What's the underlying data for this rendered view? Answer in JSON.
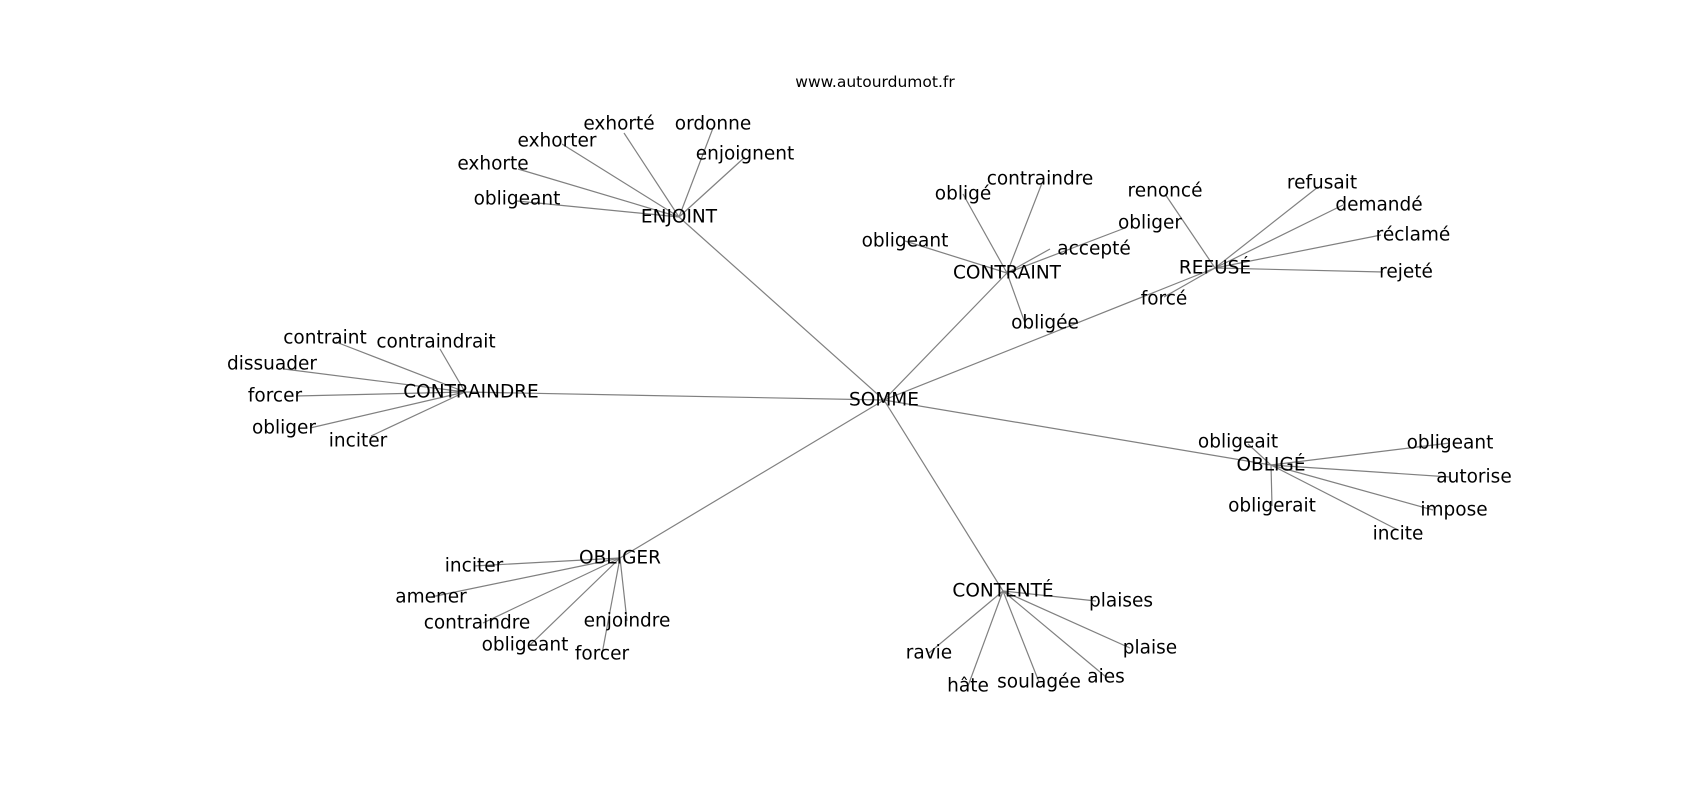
{
  "source_label": "www.autourdumot.fr",
  "colors": {
    "edge": "#808080",
    "text": "#000000",
    "background": "#ffffff"
  },
  "center": "SOMME",
  "groups": [
    {
      "id": "enjoint",
      "label": "ENJOINT",
      "words": [
        "obligeant",
        "exhorte",
        "exhorter",
        "exhorté",
        "ordonne",
        "enjoignent"
      ]
    },
    {
      "id": "contraint",
      "label": "CONTRAINT",
      "words": [
        "obligé",
        "contraindre",
        "obligeant",
        "obligée",
        "accepté",
        "obliger"
      ]
    },
    {
      "id": "refuse",
      "label": "REFUSÉ",
      "words": [
        "renoncé",
        "refusait",
        "demandé",
        "réclamé",
        "rejeté",
        "forcé"
      ]
    },
    {
      "id": "contraindre",
      "label": "CONTRAINDRE",
      "words": [
        "contraint",
        "contraindrait",
        "dissuader",
        "forcer",
        "obliger",
        "inciter"
      ]
    },
    {
      "id": "oblige",
      "label": "OBLIGÉ",
      "words": [
        "obligeait",
        "obligeant",
        "autorise",
        "impose",
        "incite",
        "obligerait"
      ]
    },
    {
      "id": "obliger",
      "label": "OBLIGER",
      "words": [
        "inciter",
        "amener",
        "contraindre",
        "obligeant",
        "forcer",
        "enjoindre"
      ]
    },
    {
      "id": "contente",
      "label": "CONTENTÉ",
      "words": [
        "plaises",
        "plaise",
        "aies",
        "soulagée",
        "hâte",
        "ravie"
      ]
    }
  ]
}
